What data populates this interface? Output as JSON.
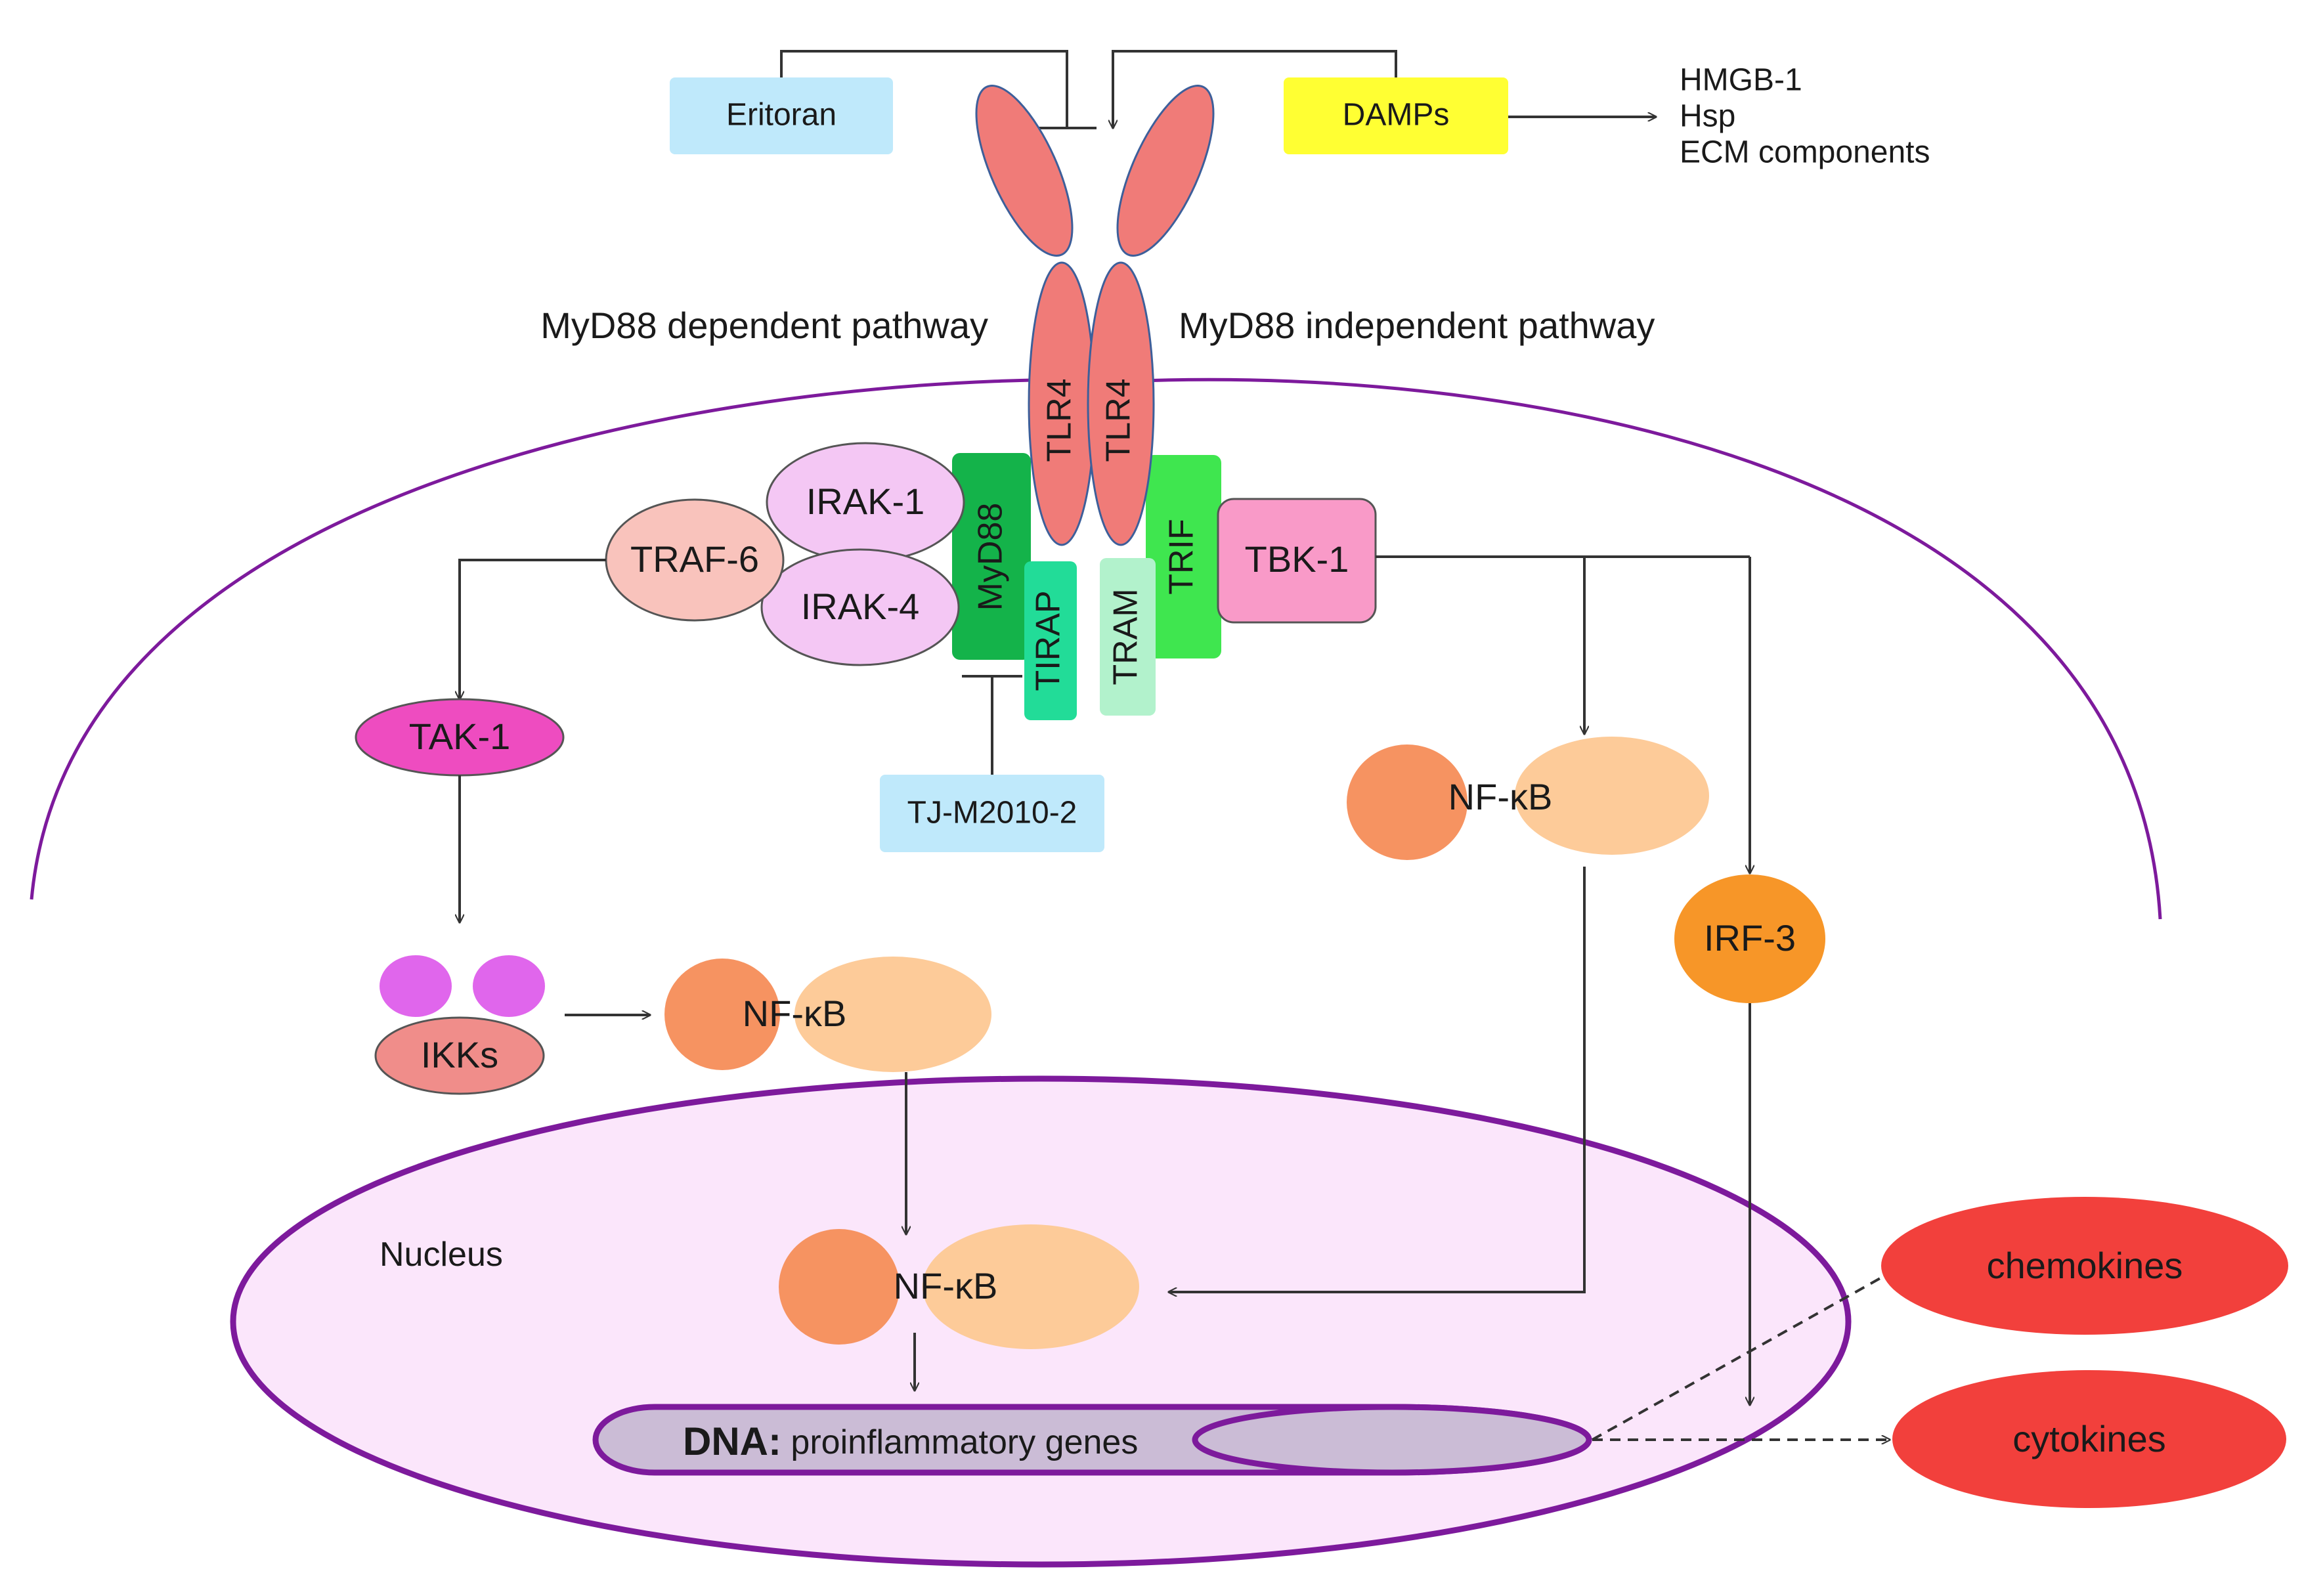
{
  "labels": {
    "eritoran": "Eritoran",
    "damps": "DAMPs",
    "damps_list": [
      "HMGB-1",
      "Hsp",
      "ECM components"
    ],
    "myd88_dependent": "MyD88 dependent pathway",
    "myd88_independent": "MyD88 independent pathway",
    "tlr4": "TLR4",
    "irak1": "IRAK-1",
    "irak4": "IRAK-4",
    "traf6": "TRAF-6",
    "myd88": "MyD88",
    "tirap": "TIRAP",
    "tram": "TRAM",
    "trif": "TRIF",
    "tbk1": "TBK-1",
    "tak1": "TAK-1",
    "inhibitor_tj": "TJ-M2010-2",
    "nfkb": "NF-κB",
    "irf3": "IRF-3",
    "ikks": "IKKs",
    "nucleus": "Nucleus",
    "dna_bold": "DNA:",
    "dna_rest": " proinflammatory  genes",
    "chemokines": "chemokines",
    "cytokines": "cytokines"
  },
  "colors": {
    "eritoran_box": "#bfe9fb",
    "damps_box": "#ffff33",
    "tlr4": "#f07b78",
    "irak": "#f4c7f4",
    "traf6": "#f9c3bc",
    "myd88": "#14b34a",
    "tirap": "#22dc98",
    "tram": "#b2f2cc",
    "trif": "#3fe64f",
    "tbk1": "#f99ac8",
    "tak1": "#ee4cc0",
    "ikk_top": "#e066ec",
    "ikks": "#f08d8a",
    "nfkb_small": "#f69361",
    "nfkb_large": "#fdcb99",
    "irf3": "#f79628",
    "nucleus_fill": "#fbe6fb",
    "membrane": "#7d1a9c",
    "dna": "#cbbcd6",
    "output": "#f2403c"
  }
}
